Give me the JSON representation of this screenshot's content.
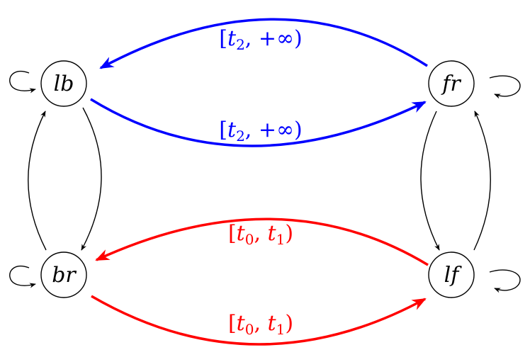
{
  "nodes": {
    "lb": "lb",
    "fr": "fr",
    "br": "br",
    "lf": "lf"
  },
  "edge_labels": {
    "fr_to_lb": {
      "open": "[",
      "var": "t",
      "sub": "2",
      "rest": ", +∞)"
    },
    "lb_to_fr": {
      "open": "[",
      "var": "t",
      "sub": "2",
      "rest": ", +∞)"
    },
    "lf_to_br": {
      "open": "[",
      "var1": "t",
      "sub1": "0",
      "sep": ", ",
      "var2": "t",
      "sub2": "1",
      "close": ")"
    },
    "br_to_lf": {
      "open": "[",
      "var1": "t",
      "sub1": "0",
      "sep": ", ",
      "var2": "t",
      "sub2": "1",
      "close": ")"
    }
  },
  "colors": {
    "blue": "#0000ff",
    "red": "#ff0000",
    "black": "#000000"
  }
}
